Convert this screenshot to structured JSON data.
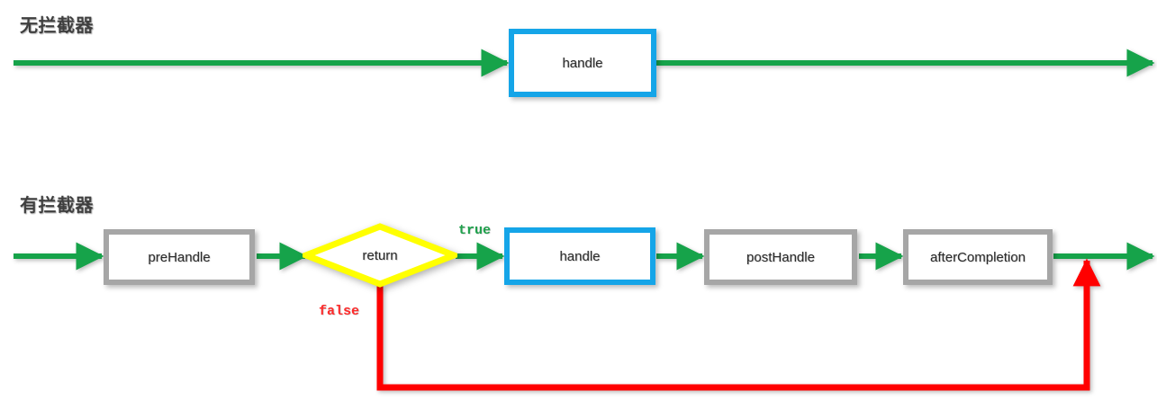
{
  "diagram": {
    "title_no_interceptor": "无拦截器",
    "title_with_interceptor": "有拦截器",
    "colors": {
      "flow_green": "#16A34A",
      "accent_blue": "#15A5E8",
      "box_gray": "#A6A6A6",
      "decision_yellow": "#FFFF00",
      "error_red": "#FF0000",
      "true_label": "#1FA14C",
      "false_label": "#FF2A2A",
      "title_text": "#3F3F3F"
    },
    "rows": [
      {
        "name": "no-interceptor",
        "nodes": [
          {
            "id": "handle-1",
            "label": "handle",
            "shape": "rect",
            "style": "blue"
          }
        ]
      },
      {
        "name": "with-interceptor",
        "nodes": [
          {
            "id": "preHandle",
            "label": "preHandle",
            "shape": "rect",
            "style": "gray"
          },
          {
            "id": "return",
            "label": "return",
            "shape": "diamond",
            "style": "yellow"
          },
          {
            "id": "handle-2",
            "label": "handle",
            "shape": "rect",
            "style": "blue"
          },
          {
            "id": "postHandle",
            "label": "postHandle",
            "shape": "rect",
            "style": "gray"
          },
          {
            "id": "afterCompletion",
            "label": "afterCompletion",
            "shape": "rect",
            "style": "gray"
          }
        ],
        "edge_labels": {
          "true": "true",
          "false": "false"
        }
      }
    ]
  }
}
